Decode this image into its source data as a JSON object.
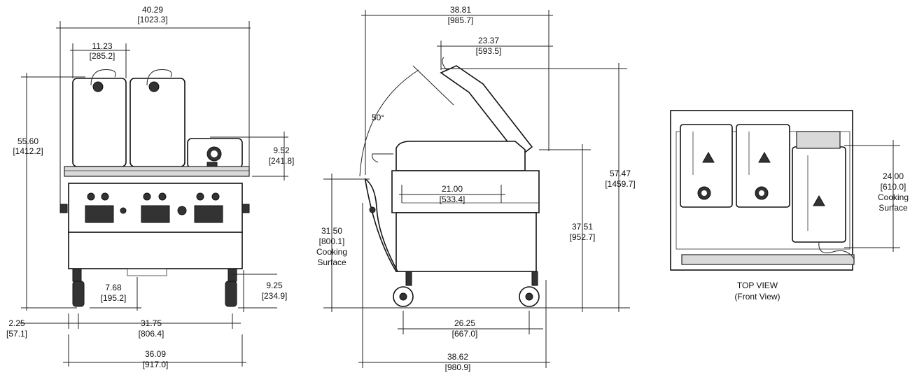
{
  "front": {
    "overall_width": {
      "in": "40.29",
      "mm": "[1023.3]"
    },
    "tank_width": {
      "in": "11.23",
      "mm": "[285.2]"
    },
    "height": {
      "in": "55.60",
      "mm": "[1412.2]"
    },
    "platen_height": {
      "in": "9.52",
      "mm": "[241.8]"
    },
    "drawer": {
      "in": "7.68",
      "mm": "[195.2]"
    },
    "caster_height": {
      "in": "9.25",
      "mm": "[234.9]"
    },
    "caster_offset": {
      "in": "2.25",
      "mm": "[57.1]"
    },
    "caster_spacing": {
      "in": "31.75",
      "mm": "[806.4]"
    },
    "base_width": {
      "in": "36.09",
      "mm": "[917.0]"
    }
  },
  "side": {
    "top_depth": {
      "in": "38.81",
      "mm": "[985.7]"
    },
    "platen_depth": {
      "in": "23.37",
      "mm": "[593.5]"
    },
    "angle": "50°",
    "cooking_depth": {
      "in": "21.00",
      "mm": "[533.4]"
    },
    "overall_height": {
      "in": "57.47",
      "mm": "[1459.7]"
    },
    "surface_height": {
      "in": "31.50",
      "mm": "[800.1]",
      "l1": "Cooking",
      "l2": "Surface"
    },
    "body_height": {
      "in": "37.51",
      "mm": "[952.7]"
    },
    "caster_spacing": {
      "in": "26.25",
      "mm": "[667.0]"
    },
    "base_depth": {
      "in": "38.62",
      "mm": "[980.9]"
    }
  },
  "top": {
    "surface_depth": {
      "in": "24.00",
      "mm": "[610.0]",
      "l1": "Cooking",
      "l2": "Surface"
    },
    "title": "TOP VIEW",
    "subtitle": "(Front View)"
  }
}
